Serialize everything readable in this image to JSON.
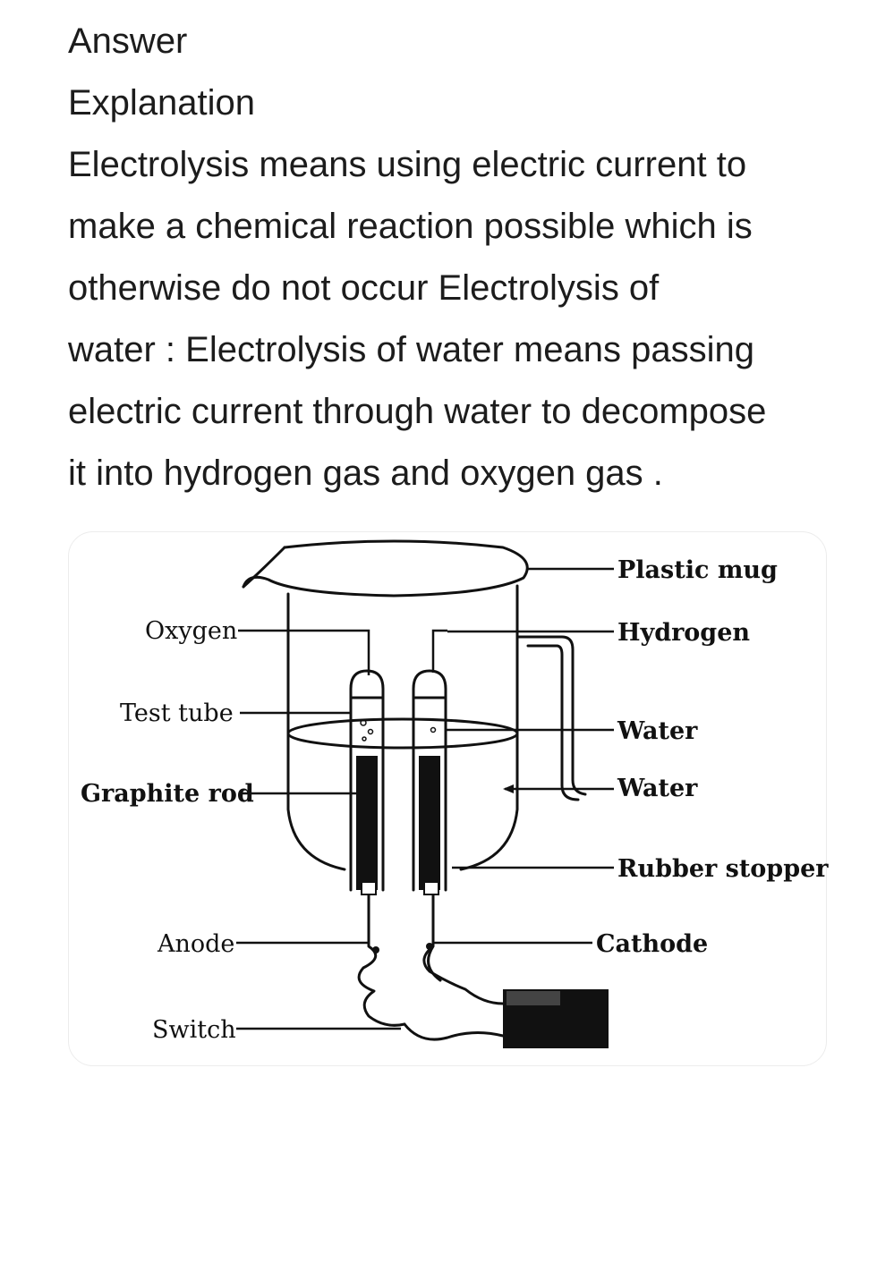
{
  "answer": {
    "heading": "Answer",
    "subheading": "Explanation",
    "lines": [
      "Electrolysis means using electric current to",
      "make a chemical reaction possible which is",
      "otherwise do not occur Electrolysis of",
      "water : Electrolysis of water means passing",
      "electric current through water to decompose",
      "it into hydrogen gas and oxygen gas ."
    ]
  },
  "diagram": {
    "labels": {
      "plastic_mug": "Plastic mug",
      "hydrogen": "Hydrogen",
      "water_1": "Water",
      "water_2": "Water",
      "rubber_stopper": "Rubber stopper",
      "cathode": "Cathode",
      "oxygen": "Oxygen",
      "test_tube": "Test tube",
      "graphite_rod": "Graphite rod",
      "anode": "Anode",
      "switch": "Switch"
    }
  }
}
